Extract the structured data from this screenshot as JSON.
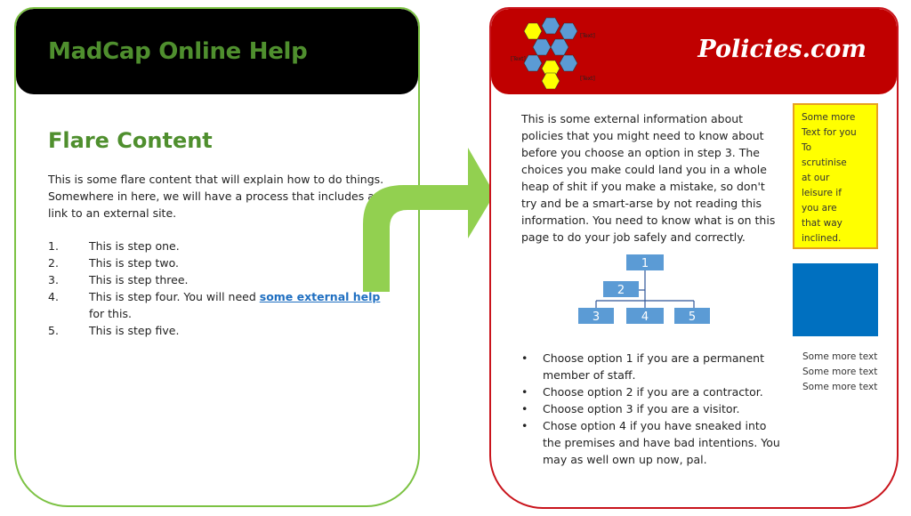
{
  "left": {
    "title": "MadCap Online Help",
    "heading": "Flare Content",
    "intro": "This is some flare content that will explain how to do things. Somewhere in here, we will have a process that includes a link to an external site.",
    "steps": [
      {
        "num": "1.",
        "text": "This is step one."
      },
      {
        "num": "2.",
        "text": "This is step two."
      },
      {
        "num": "3.",
        "text": "This is step three."
      },
      {
        "num": "4.",
        "text_before": "This is step four. You will need ",
        "link": "some external help",
        "text_after": "for this."
      },
      {
        "num": "5.",
        "text": "This is step five."
      }
    ],
    "colors": {
      "accent": "#7cc243",
      "title": "#4f8f2e",
      "header_bg": "#000000",
      "link": "#1f6fc1"
    }
  },
  "arrow": {
    "color": "#92d050",
    "icon": "curved-right-arrow-icon"
  },
  "right": {
    "logo": {
      "labels": [
        "[Text]",
        "[Text]",
        "[Text]"
      ]
    },
    "brand": "Policies.com",
    "policy_text": "This is some external information about policies that you might need to know about before you choose an option in step 3. The choices you make could land you in a whole heap of shit if you make a mistake, so don't try and be a smart-arse by not reading this information. You need to know what is on this page to do your job safely and correctly.",
    "yellow_box": [
      "Some more",
      "Text for you",
      "To",
      "scrutinise",
      "at our",
      "leisure if",
      "you are",
      "that way",
      "inclined."
    ],
    "org_chart": {
      "nodes": [
        "1",
        "2",
        "3",
        "4",
        "5"
      ]
    },
    "options": [
      "Choose option 1 if you are a permanent member of staff.",
      "Choose option 2 if you are a contractor.",
      "Choose option 3 if you are a visitor.",
      "Chose option 4 if you have sneaked into the premises and have bad intentions. You may as well own up now, pal."
    ],
    "bullet": "•",
    "side_notes": [
      "Some more text",
      "Some more text",
      "Some more text"
    ],
    "colors": {
      "header_bg": "#c00000",
      "border": "#c9141c",
      "yellow": "#ffff00",
      "blue": "#0070c0",
      "node": "#5b9bd5"
    }
  }
}
